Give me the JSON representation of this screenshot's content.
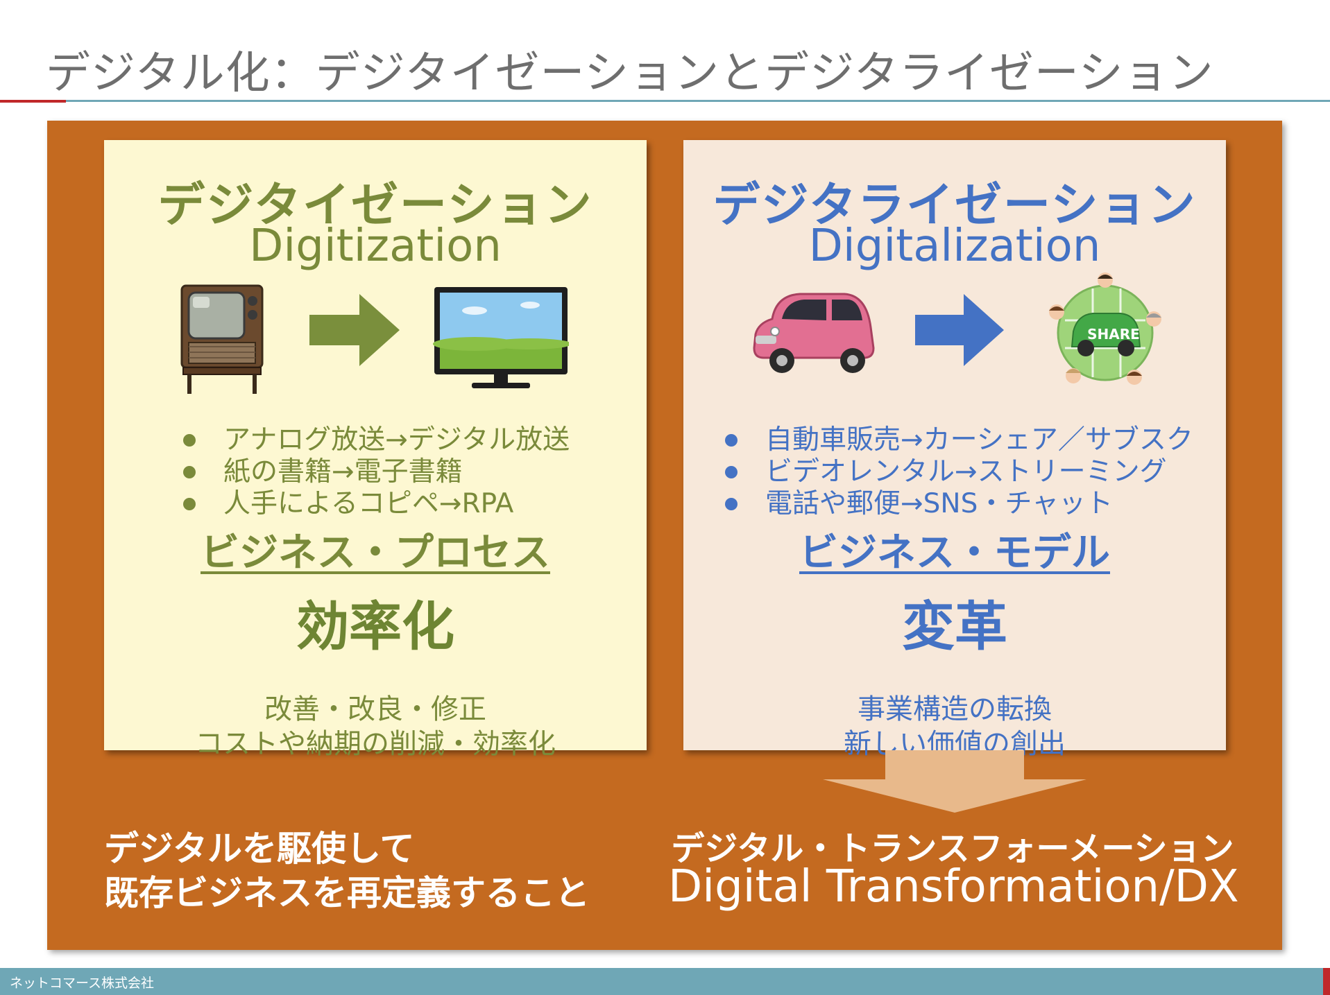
{
  "title": "デジタル化：デジタイゼーションとデジタライゼーション",
  "left": {
    "heading": "デジタイゼーション",
    "subheading": "Digitization",
    "bullets": [
      "アナログ放送→デジタル放送",
      "紙の書籍→電子書籍",
      "人手によるコピペ→RPA"
    ],
    "label": "ビジネス・プロセス",
    "big": "効率化",
    "line1": "改善・改良・修正",
    "line2": "コストや納期の削減・効率化"
  },
  "right": {
    "heading": "デジタライゼーション",
    "subheading": "Digitalization",
    "bullets": [
      "自動車販売→カーシェア／サブスク",
      "ビデオレンタル→ストリーミング",
      "電話や郵便→SNS・チャット"
    ],
    "label": "ビジネス・モデル",
    "big": "変革",
    "line1": "事業構造の転換",
    "line2": "新しい価値の創出",
    "share_badge": "SHARE"
  },
  "bottom": {
    "left_line1": "デジタルを駆使して",
    "left_line2": "既存ビジネスを再定義すること",
    "right_line1": "デジタル・トランスフォーメーション",
    "right_line2": "Digital Transformation/DX"
  },
  "footer": {
    "company": "ネットコマース株式会社"
  },
  "colors": {
    "panel": "#c46a20",
    "left_card": "#fdf8d2",
    "right_card": "#f7e8da",
    "green_text": "#7a8a3a",
    "blue_text": "#4472c4",
    "footer_bar": "#6fa7b6",
    "accent_red": "#c0282a"
  },
  "icons": [
    "retro-tv-icon",
    "arrow-right-icon",
    "flat-tv-icon",
    "pink-car-icon",
    "car-share-icon",
    "down-arrow-icon"
  ]
}
